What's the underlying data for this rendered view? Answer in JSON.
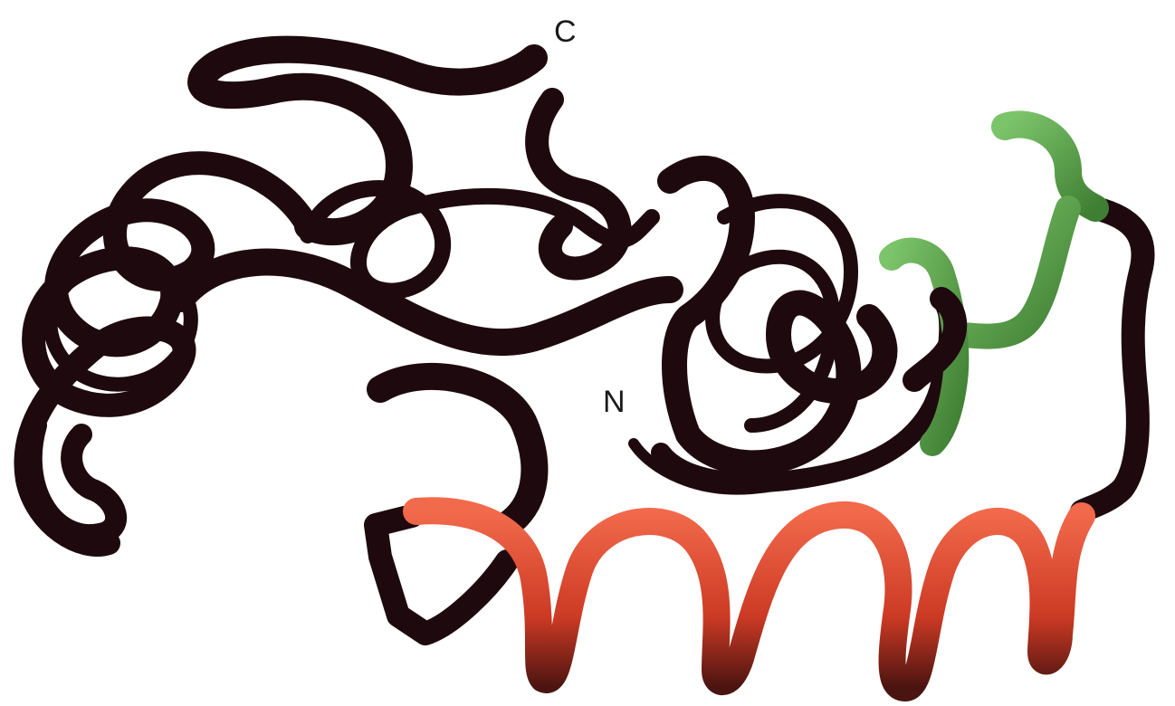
{
  "figure": {
    "labels": {
      "c_terminus": "C",
      "n_terminus": "N"
    },
    "colors": {
      "background": "#ffffff",
      "backbone": "#1e0a0e",
      "backbone_highlight": "#6e4a55",
      "helix_segment": "#cc3a24",
      "helix_highlight": "#f08068",
      "loop_segment": "#4f9840",
      "loop_highlight": "#8cd07a"
    },
    "segments": [
      {
        "name": "backbone",
        "color": "#1e0a0e"
      },
      {
        "name": "red-helix",
        "color": "#cc3a24"
      },
      {
        "name": "green-loop",
        "color": "#4f9840"
      }
    ]
  }
}
